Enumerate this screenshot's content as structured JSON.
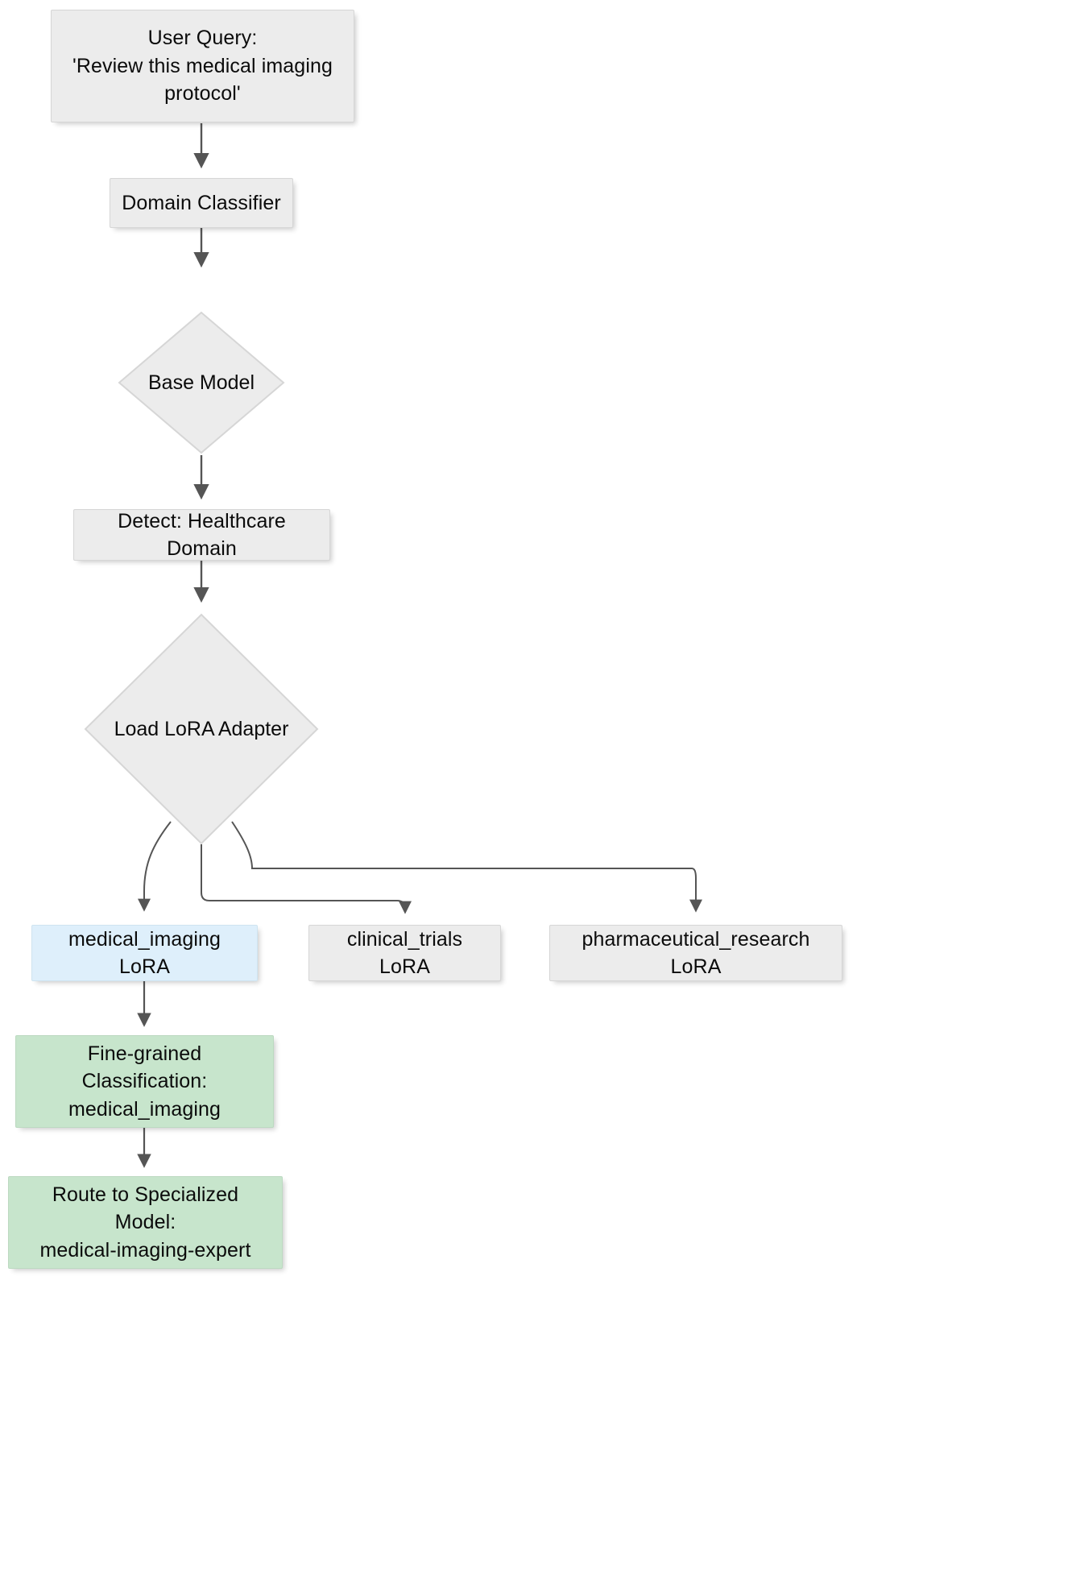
{
  "diagram": {
    "type": "flowchart",
    "title": "",
    "orientation": "top-to-bottom",
    "theme": {
      "default_fill": "#ececec",
      "default_stroke": "#d6d6d6",
      "highlight_fill": "#deeffb",
      "highlight_stroke": "#cfe4f0",
      "result_fill": "#c7e5cc",
      "result_stroke": "#bcd9c1",
      "edge_color": "#555555",
      "text_color": "#0b0b0b",
      "background": "#ffffff"
    },
    "nodes": [
      {
        "id": "user-query",
        "shape": "rect",
        "style": "default",
        "label": "User Query:\n'Review this medical imaging\nprotocol'"
      },
      {
        "id": "domain-classifier",
        "shape": "rect",
        "style": "default",
        "label": "Domain Classifier"
      },
      {
        "id": "base-model",
        "shape": "diamond",
        "style": "default",
        "label": "Base Model"
      },
      {
        "id": "detect-healthcare-domain",
        "shape": "rect",
        "style": "default",
        "label": "Detect: Healthcare Domain"
      },
      {
        "id": "load-lora-adapter",
        "shape": "diamond",
        "style": "default",
        "label": "Load LoRA Adapter"
      },
      {
        "id": "medical-imaging-lora",
        "shape": "rect",
        "style": "highlight",
        "label": "medical_imaging LoRA"
      },
      {
        "id": "clinical-trials-lora",
        "shape": "rect",
        "style": "default",
        "label": "clinical_trials LoRA"
      },
      {
        "id": "pharmaceutical-research-lora",
        "shape": "rect",
        "style": "default",
        "label": "pharmaceutical_research LoRA"
      },
      {
        "id": "fine-grained-classification",
        "shape": "rect",
        "style": "result",
        "label": "Fine-grained Classification:\nmedical_imaging"
      },
      {
        "id": "route-to-specialized-model",
        "shape": "rect",
        "style": "result",
        "label": "Route to Specialized Model:\nmedical-imaging-expert"
      }
    ],
    "edges": [
      {
        "from": "user-query",
        "to": "domain-classifier",
        "label": ""
      },
      {
        "from": "domain-classifier",
        "to": "base-model",
        "label": ""
      },
      {
        "from": "base-model",
        "to": "detect-healthcare-domain",
        "label": ""
      },
      {
        "from": "detect-healthcare-domain",
        "to": "load-lora-adapter",
        "label": ""
      },
      {
        "from": "load-lora-adapter",
        "to": "medical-imaging-lora",
        "label": ""
      },
      {
        "from": "load-lora-adapter",
        "to": "clinical-trials-lora",
        "label": ""
      },
      {
        "from": "load-lora-adapter",
        "to": "pharmaceutical-research-lora",
        "label": ""
      },
      {
        "from": "medical-imaging-lora",
        "to": "fine-grained-classification",
        "label": ""
      },
      {
        "from": "fine-grained-classification",
        "to": "route-to-specialized-model",
        "label": ""
      }
    ]
  }
}
